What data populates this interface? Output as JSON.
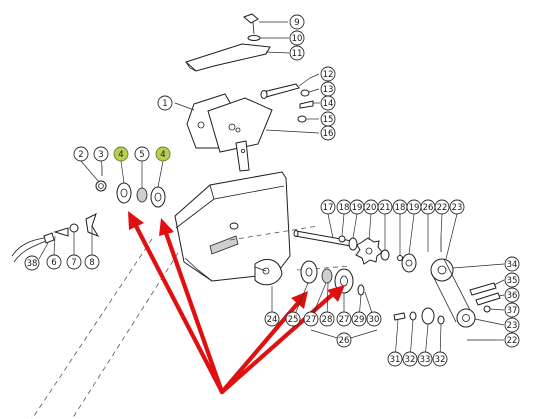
{
  "diagram": {
    "highlight_color": "#b7cf55",
    "arrow_color": "#e01010",
    "callouts": [
      {
        "label": "1",
        "highlight": false
      },
      {
        "label": "2",
        "highlight": false
      },
      {
        "label": "3",
        "highlight": false
      },
      {
        "label": "4",
        "highlight": true
      },
      {
        "label": "5",
        "highlight": false
      },
      {
        "label": "4",
        "highlight": true
      },
      {
        "label": "6",
        "highlight": false
      },
      {
        "label": "7",
        "highlight": false
      },
      {
        "label": "8",
        "highlight": false
      },
      {
        "label": "9",
        "highlight": false
      },
      {
        "label": "10",
        "highlight": false
      },
      {
        "label": "11",
        "highlight": false
      },
      {
        "label": "12",
        "highlight": false
      },
      {
        "label": "13",
        "highlight": false
      },
      {
        "label": "14",
        "highlight": false
      },
      {
        "label": "15",
        "highlight": false
      },
      {
        "label": "16",
        "highlight": false
      },
      {
        "label": "17",
        "highlight": false
      },
      {
        "label": "18",
        "highlight": false
      },
      {
        "label": "19",
        "highlight": false
      },
      {
        "label": "20",
        "highlight": false
      },
      {
        "label": "21",
        "highlight": false
      },
      {
        "label": "18",
        "highlight": false
      },
      {
        "label": "19",
        "highlight": false
      },
      {
        "label": "26",
        "highlight": false
      },
      {
        "label": "22",
        "highlight": false
      },
      {
        "label": "23",
        "highlight": false
      },
      {
        "label": "34",
        "highlight": false
      },
      {
        "label": "35",
        "highlight": false
      },
      {
        "label": "36",
        "highlight": false
      },
      {
        "label": "37",
        "highlight": false
      },
      {
        "label": "23",
        "highlight": false
      },
      {
        "label": "22",
        "highlight": false
      },
      {
        "label": "24",
        "highlight": false
      },
      {
        "label": "25",
        "highlight": false
      },
      {
        "label": "27",
        "highlight": false
      },
      {
        "label": "28",
        "highlight": false
      },
      {
        "label": "27",
        "highlight": false
      },
      {
        "label": "29",
        "highlight": false
      },
      {
        "label": "30",
        "highlight": false
      },
      {
        "label": "26",
        "highlight": false
      },
      {
        "label": "38",
        "highlight": false
      },
      {
        "label": "31",
        "highlight": false
      },
      {
        "label": "32",
        "highlight": false
      },
      {
        "label": "33",
        "highlight": false
      },
      {
        "label": "32",
        "highlight": false
      }
    ]
  }
}
